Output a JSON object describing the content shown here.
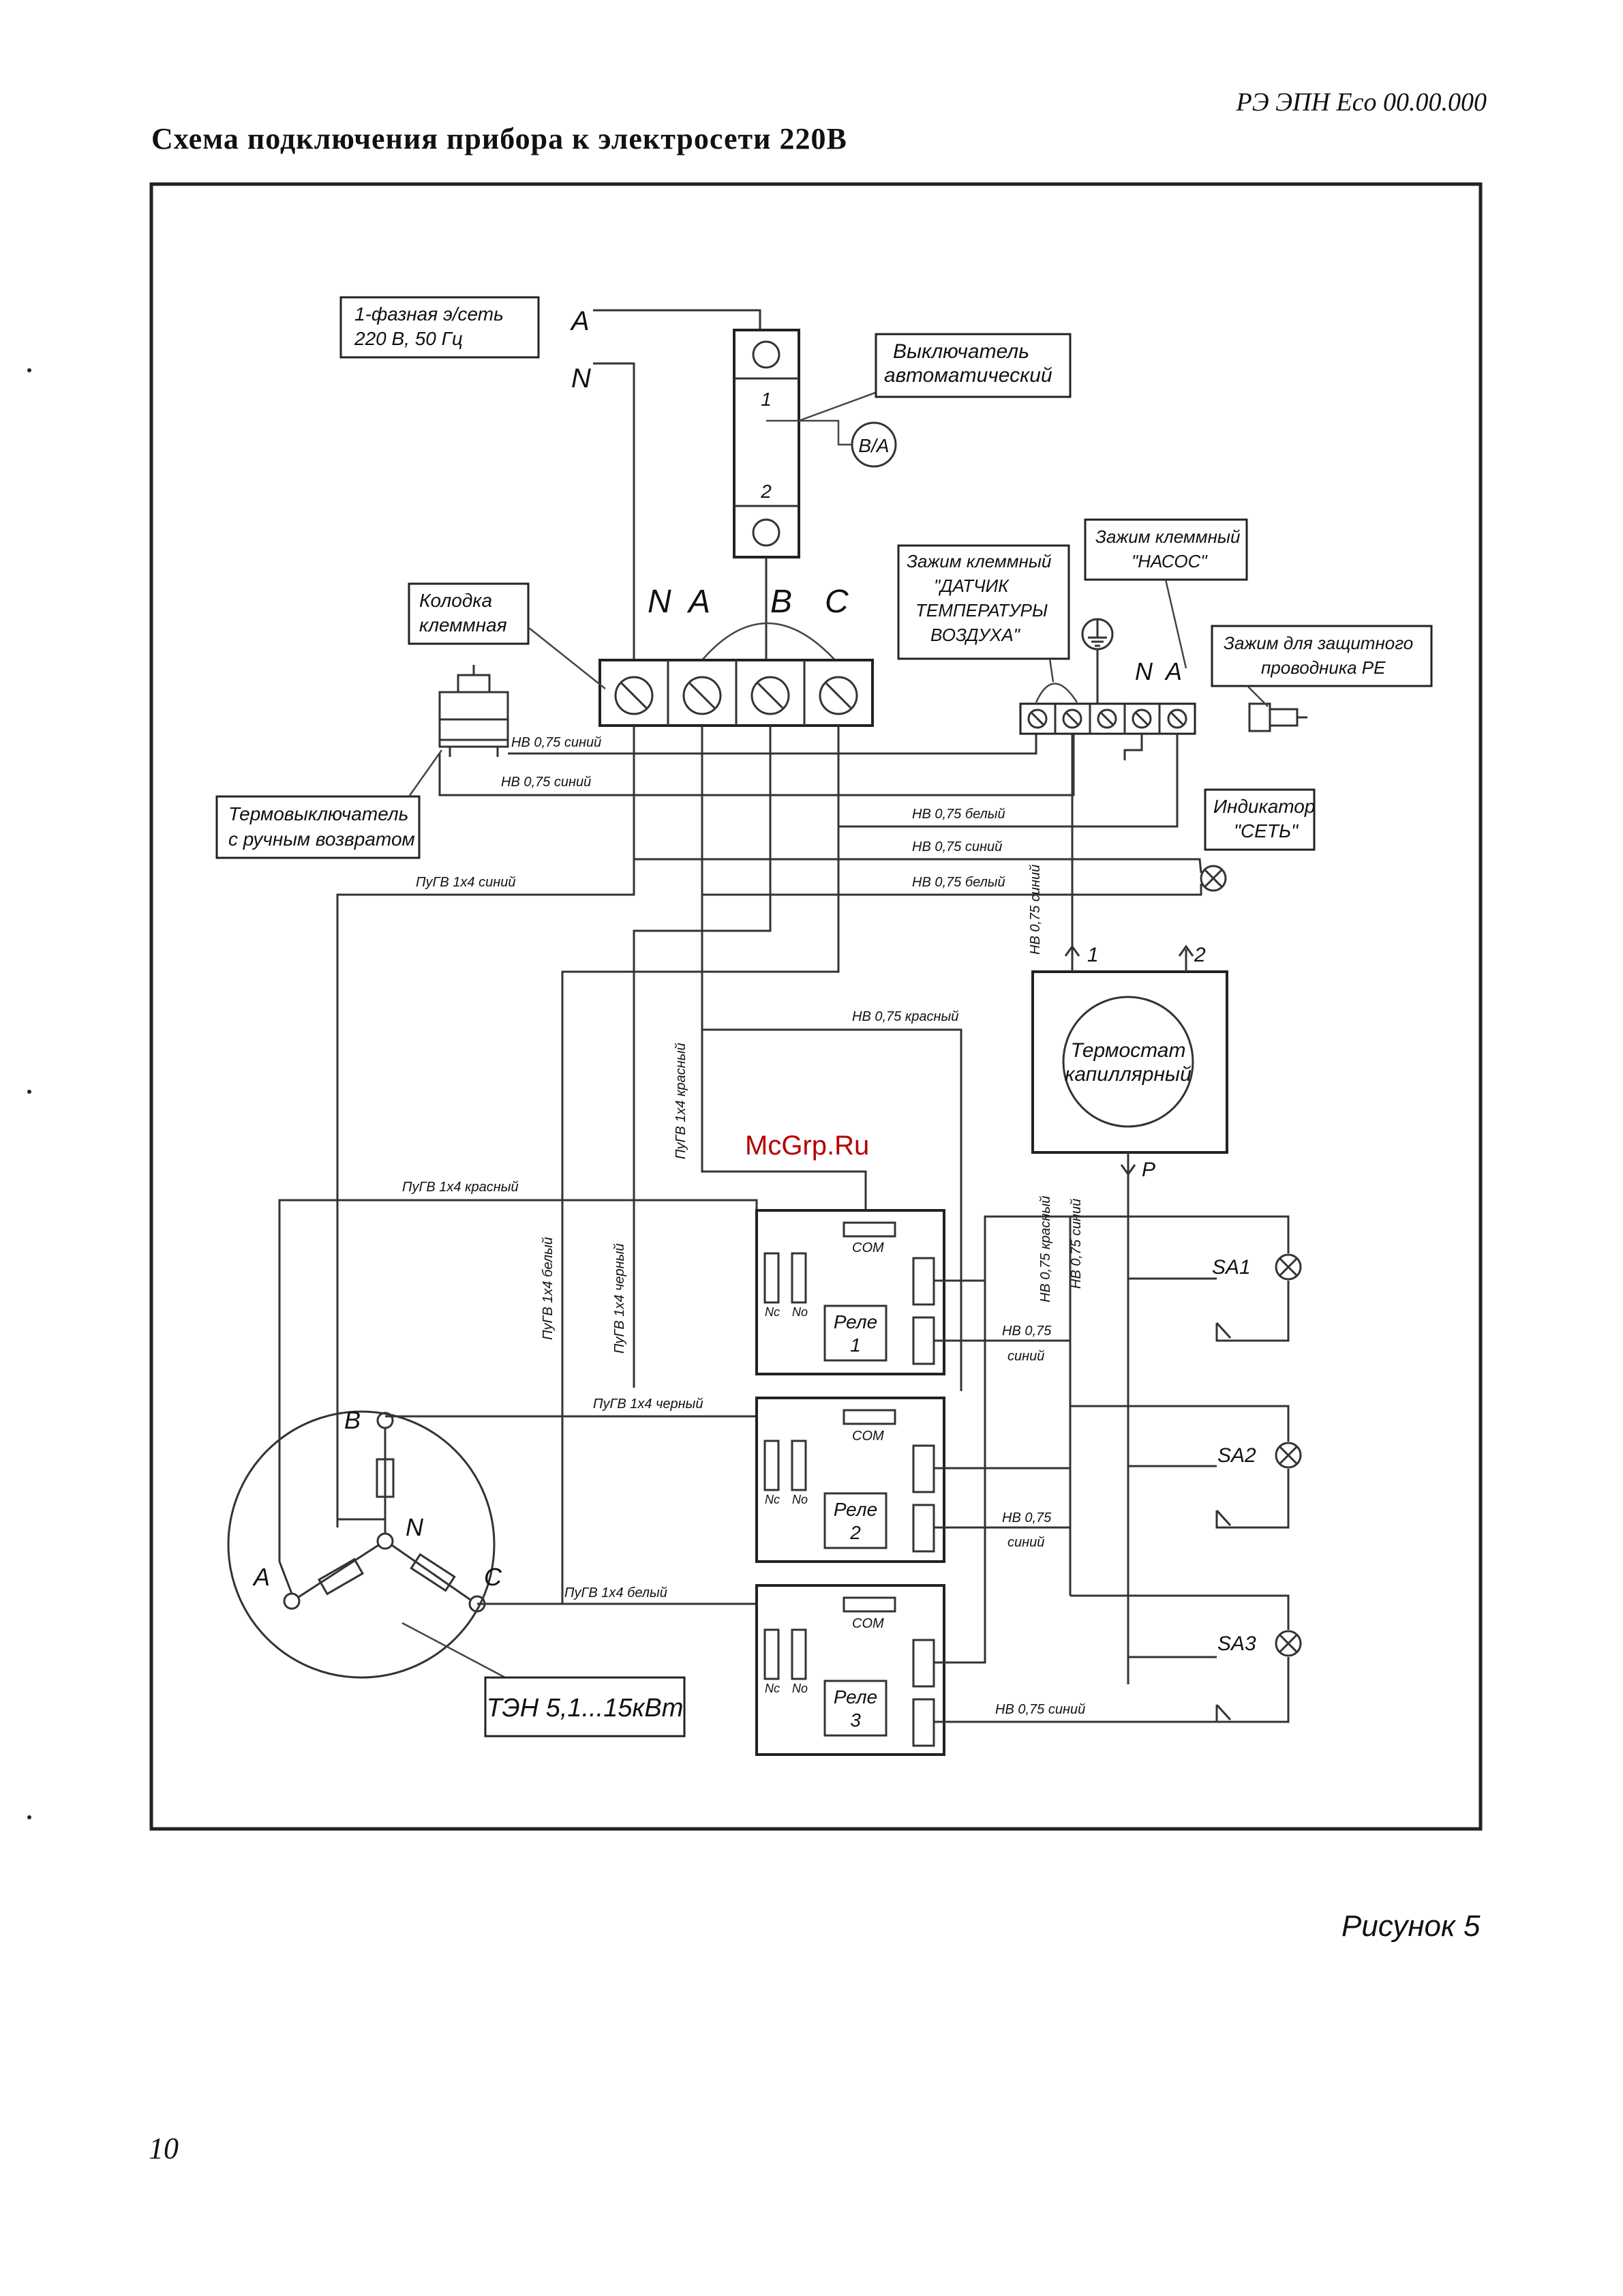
{
  "document": {
    "code": "РЭ ЭПН Eco  00.00.000",
    "title": "Схема подключения прибора к электросети 220В",
    "figure_caption": "Рисунок 5",
    "page_number": "10",
    "watermark": "McGrp.Ru"
  },
  "supply": {
    "label_line1": "1-фазная э/сеть",
    "label_line2": "220 В, 50 Гц",
    "phase": "A",
    "neutral": "N"
  },
  "breaker": {
    "label_line1": "Выключатель",
    "label_line2": "автоматический",
    "pin_top": "1",
    "pin_bottom": "2",
    "meter": "В/А"
  },
  "terminal_block": {
    "label_line1": "Колодка",
    "label_line2": "клеммная",
    "terminals": [
      "N",
      "A",
      "B",
      "C"
    ]
  },
  "air_sensor_clamp": {
    "line1": "Зажим клеммный",
    "line2": "\"ДАТЧИК",
    "line3": "ТЕМПЕРАТУРЫ",
    "line4": "ВОЗДУХА\""
  },
  "pump_clamp": {
    "line1": "Зажим клеммный",
    "line2": "\"НАСОС\"",
    "n": "N",
    "a": "A"
  },
  "pe_clamp": {
    "line1": "Зажим для защитного",
    "line2": "проводника PE"
  },
  "thermal_switch": {
    "line1": "Термовыключатель",
    "line2": "с ручным возвратом"
  },
  "indicator": {
    "line1": "Индикатор",
    "line2": "\"СЕТЬ\""
  },
  "thermostat": {
    "line1": "Термостат",
    "line2": "капиллярный",
    "pin1": "1",
    "pin2": "2",
    "pin_p": "P"
  },
  "relays": [
    {
      "name": "Реле",
      "number": "1",
      "com": "COM",
      "nc": "Nc",
      "no": "No"
    },
    {
      "name": "Реле",
      "number": "2",
      "com": "COM",
      "nc": "Nc",
      "no": "No"
    },
    {
      "name": "Реле",
      "number": "3",
      "com": "COM",
      "nc": "Nc",
      "no": "No"
    }
  ],
  "switches": [
    "SA1",
    "SA2",
    "SA3"
  ],
  "heater": {
    "label": "ТЭН 5,1...15кВт",
    "a": "A",
    "b": "B",
    "c": "C",
    "n": "N"
  },
  "wires": {
    "w1": "НВ 0,75 синий",
    "w2": "НВ 0,75 синий",
    "w3": "НВ 0,75 белый",
    "w4": "НВ 0,75 синий",
    "w5": "НВ 0,75 белый",
    "w6": "ПуГВ 1х4 синий",
    "w7": "НВ 0,75 синий",
    "w8": "НВ 0,75 красный",
    "w9": "ПуГВ 1х4 красный",
    "w10": "ПуГВ 1х4 красный",
    "w11": "ПуГВ 1х4 белый",
    "w12": "ПуГВ 1х4 черный",
    "w13": "ПуГВ 1х4 черный",
    "w14": "ПуГВ 1х4 белый",
    "w15": "НВ 0,75 красный",
    "w16": "НВ 0,75 синий",
    "w17": "НВ 0,75",
    "w17b": "синий",
    "w18": "НВ 0,75",
    "w18b": "синий",
    "w19": "НВ 0,75 синий"
  }
}
